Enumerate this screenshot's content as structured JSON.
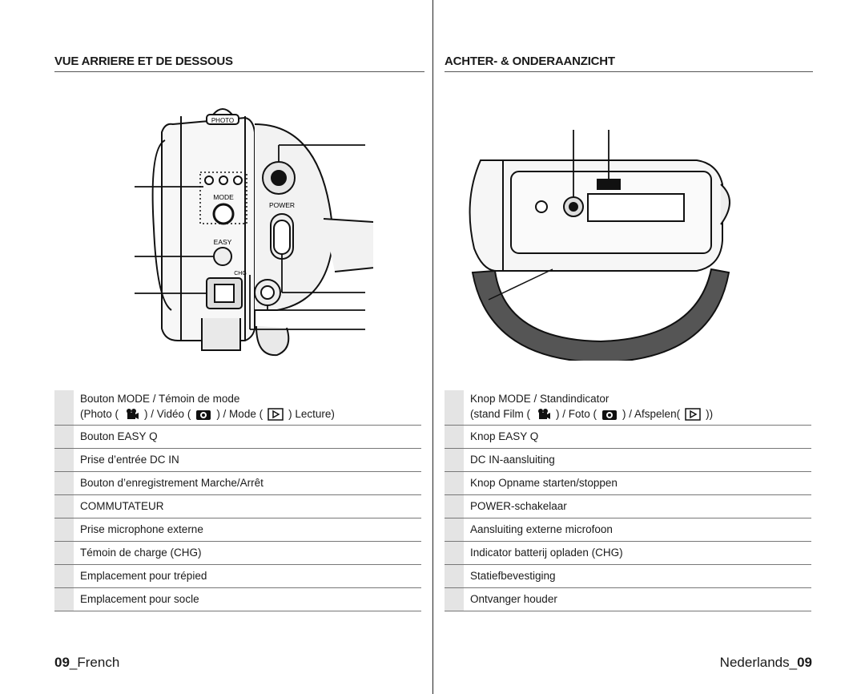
{
  "sections": {
    "fr_title": "VUE ARRIERE ET DE DESSOUS",
    "nl_title": "ACHTER- & ONDERAANZICHT"
  },
  "figures": {
    "rear_view": {
      "photo_label": "PHOTO",
      "mode_label": "MODE",
      "power_label": "POWER",
      "easy_label": "EASY",
      "chg_label": "CHG"
    }
  },
  "table_fr": {
    "row1": {
      "line1": "Bouton MODE  / Témoin de mode",
      "photo_prefix": "(Photo (",
      "video_sep": ") / Vidéo (",
      "mode_sep": ") / Mode (",
      "lecture_suffix": ") Lecture)"
    },
    "rows": [
      "Bouton EASY Q",
      "Prise d’entrée DC IN",
      "Bouton d’enregistrement Marche/Arrêt",
      "COMMUTATEUR",
      "Prise microphone externe",
      "Témoin de charge (CHG)",
      "Emplacement pour trépied",
      "Emplacement pour socle"
    ]
  },
  "table_nl": {
    "row1": {
      "line1": "Knop MODE / Standindicator",
      "film_prefix": "(stand Film (",
      "foto_sep": ") / Foto (",
      "afspelen_sep": ") / Afspelen(",
      "suffix": "))"
    },
    "rows": [
      "Knop EASY Q",
      "DC IN-aansluiting",
      "Knop Opname starten/stoppen",
      "POWER-schakelaar",
      "Aansluiting externe microfoon",
      "Indicator batterij opladen (CHG)",
      "Statiefbevestiging",
      "Ontvanger houder"
    ]
  },
  "footer": {
    "fr_page": "09",
    "fr_lang": "_French",
    "nl_lang": "Nederlands_",
    "nl_page": "09"
  },
  "icons": [
    "movie-camera-icon",
    "photo-camera-icon",
    "playback-icon"
  ]
}
